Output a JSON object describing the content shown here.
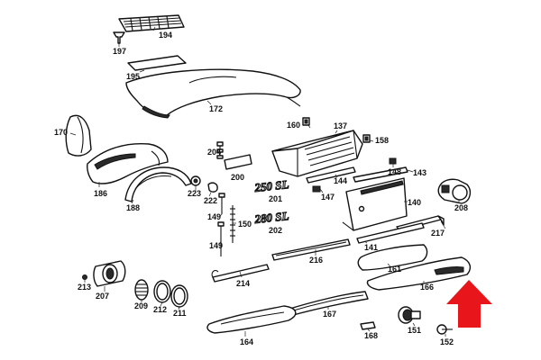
{
  "labels": {
    "p194": "194",
    "p197": "197",
    "p195": "195",
    "p172": "172",
    "p170": "170",
    "p186": "186",
    "p188": "188",
    "p223": "223",
    "p222": "222",
    "p204": "204",
    "p200": "200",
    "p201": "201",
    "p160": "160",
    "p137": "137",
    "p158": "158",
    "p148": "148",
    "p143": "143",
    "p144": "144",
    "p147": "147",
    "p140": "140",
    "p208": "208",
    "p217": "217",
    "p149a": "149",
    "p150": "150",
    "p149b": "149",
    "p202": "202",
    "p141": "141",
    "p216": "216",
    "p161": "161",
    "p214": "214",
    "p213": "213",
    "p207": "207",
    "p209": "209",
    "p212": "212",
    "p211": "211",
    "p166": "166",
    "p167": "167",
    "p164": "164",
    "p168": "168",
    "p151": "151",
    "p152": "152"
  },
  "emblems": {
    "top": "250 SL",
    "bottom": "280 SL"
  },
  "colors": {
    "line": "#111111",
    "arrow": "#e8161b",
    "background": "#ffffff"
  },
  "icons": {
    "pointer": "red-arrow-up-icon"
  }
}
